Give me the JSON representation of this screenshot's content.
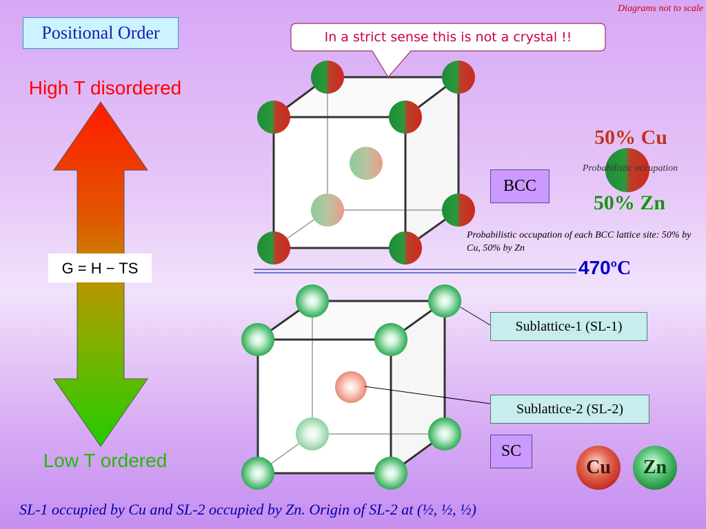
{
  "note": "Diagrams not to scale",
  "title": "Positional Order",
  "high_t": "High T disordered",
  "low_t": "Low T ordered",
  "gibbs": "G = H − TS",
  "callout": "In a strict sense this is not a crystal !!",
  "bcc_label": "BCC",
  "sc_label": "SC",
  "cu_percent": "50% Cu",
  "zn_percent": "50% Zn",
  "prob_occupation": "Probabilistic occupation",
  "prob_description": "Probabilistic occupation of each BCC lattice site: 50% by Cu, 50% by Zn",
  "transition_temp": "470",
  "temp_unit": "ºC",
  "sublattice1": "Sublattice-1 (SL-1)",
  "sublattice2": "Sublattice-2 (SL-2)",
  "cu_atom": "Cu",
  "zn_atom": "Zn",
  "caption": "SL-1 occupied by Cu and SL-2 occupied by Zn. Origin of SL-2 at (½, ½, ½)",
  "colors": {
    "cu": "#d9453a",
    "zn": "#2aa84a",
    "arrow_top": "#ff2200",
    "arrow_bottom": "#22cc00",
    "title_text": "#1a1aa8",
    "caption_text": "#0000aa"
  }
}
